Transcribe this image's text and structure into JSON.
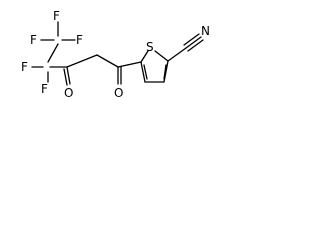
{
  "molecule": {
    "atoms": {
      "f_top_left": "F",
      "f_top_mid": "F",
      "f_top_right": "F",
      "f_mid_left": "F",
      "f_mid_right": "F",
      "o_ketone_left": "O",
      "o_ketone_right": "O",
      "s_ring": "S",
      "n_nitrile": "N"
    }
  },
  "colors": {
    "line": "#000000",
    "background": "#ffffff"
  }
}
